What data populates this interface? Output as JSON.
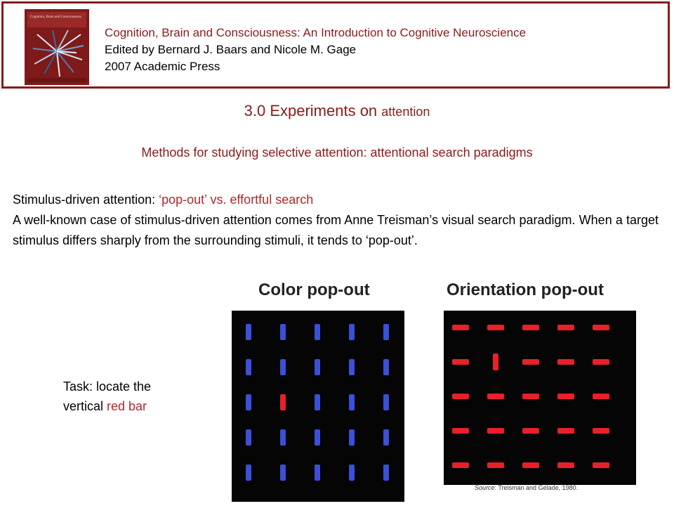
{
  "header": {
    "book_title": "Cognition, Brain and Consciousness: An Introduction to Cognitive Neuroscience",
    "editors": "Edited by Bernard J. Baars and Nicole M. Gage",
    "publisher": "2007 Academic Press",
    "cover_title": "Cognition, Brain and Consciousness"
  },
  "slide": {
    "title_main": "3.0 Experiments on ",
    "title_small": "attention",
    "subtitle": "Methods for studying selective attention: attentional search paradigms"
  },
  "body": {
    "heading_prefix": "Stimulus-driven attention: ",
    "heading_highlight": "‘pop-out’ vs. effortful search",
    "paragraph": "A well-known case of stimulus-driven attention comes from Anne Treisman’s visual search paradigm. When a target stimulus differs sharply from the surrounding stimuli, it tends to ‘pop-out’."
  },
  "figure": {
    "color_title": "Color pop-out",
    "orientation_title": "Orientation pop-out",
    "source_label": "Source",
    "source_text": ": Treisman and Gelade, 1980.",
    "colors": {
      "blue_bar": "#3b4fd8",
      "red_bar": "#e8202a",
      "panel_bg": "#050505"
    },
    "grid": {
      "rows": 5,
      "cols": 5,
      "color_target": [
        2,
        1
      ],
      "orientation_target": [
        1,
        1
      ]
    }
  },
  "task": {
    "line1": "Task: locate the",
    "line2_prefix": "vertical ",
    "line2_highlight": "red bar"
  },
  "theme": {
    "accent": "#8b1a1a"
  }
}
